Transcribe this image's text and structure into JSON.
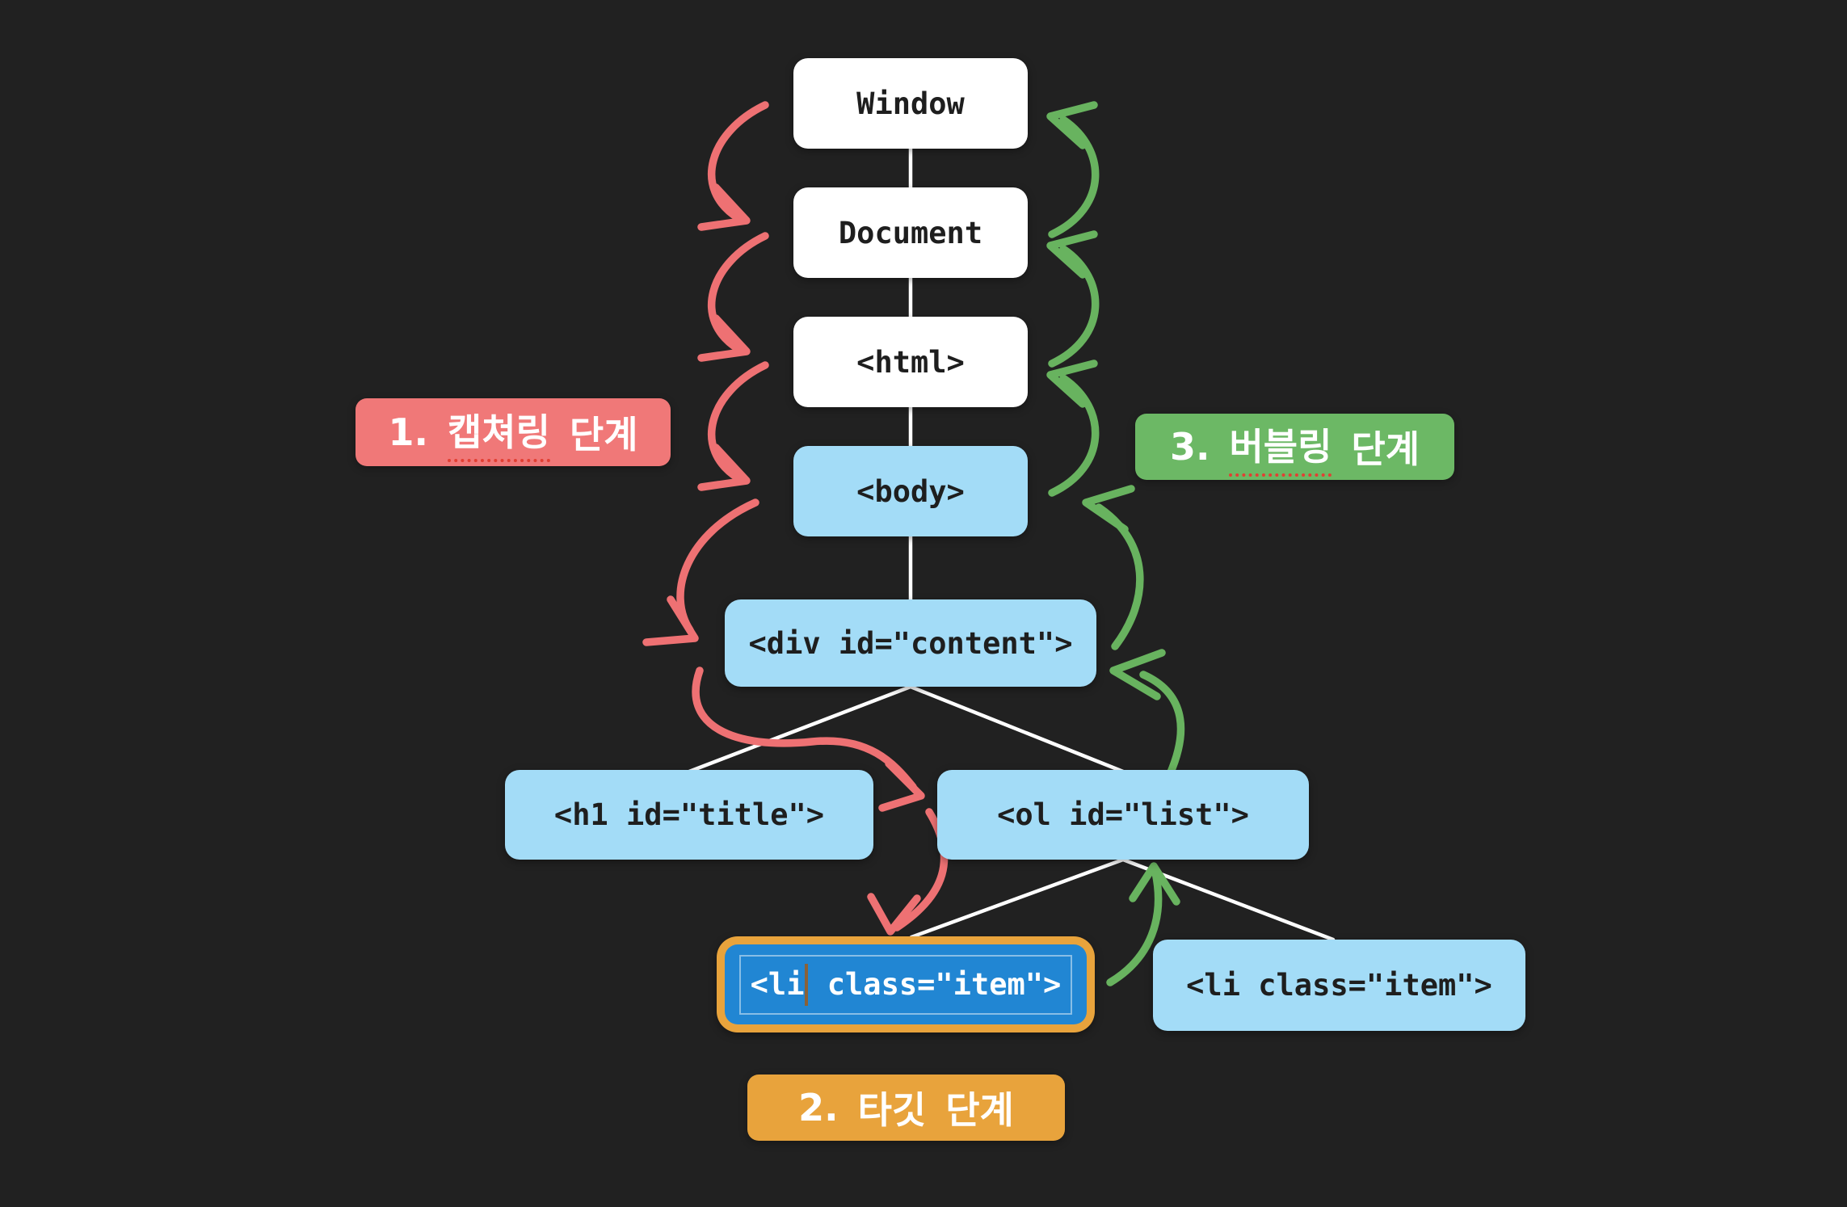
{
  "diagram": {
    "background_color": "#212121",
    "nodes": {
      "window": {
        "label": "Window"
      },
      "document": {
        "label": "Document"
      },
      "html": {
        "label": "<html>"
      },
      "body": {
        "label": "<body>"
      },
      "div_content": {
        "label": "<div id=\"content\">"
      },
      "h1_title": {
        "label": "<h1 id=\"title\">"
      },
      "ol_list": {
        "label": "<ol id=\"list\">"
      },
      "li_target": {
        "label": "<li class=\"item\">",
        "before_cursor": "<li",
        "after_cursor": " class=\"item\">"
      },
      "li_item": {
        "label": "<li class=\"item\">"
      }
    },
    "phases": {
      "capturing": {
        "num": "1.",
        "word": "캡쳐링",
        "tail": "단계",
        "full": "1. 캡쳐링 단계",
        "color": "#f07878"
      },
      "target": {
        "num": "2.",
        "word": "타깃",
        "tail": "단계",
        "full": "2. 타깃 단계",
        "color": "#e8a33c"
      },
      "bubbling": {
        "num": "3.",
        "word": "버블링",
        "tail": "단계",
        "full": "3. 버블링 단계",
        "color": "#6cb865"
      }
    },
    "colors": {
      "node_white": "#ffffff",
      "node_blue": "#a3dcf7",
      "node_text": "#1e1e1e",
      "target_fill": "#2186d3",
      "target_border": "#e8a33c",
      "capturing_arrow": "#ee7173",
      "bubbling_arrow": "#68b35f",
      "connector_line": "#ffffff"
    }
  }
}
